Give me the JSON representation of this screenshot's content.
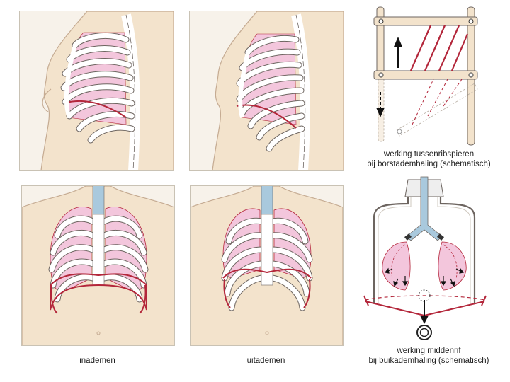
{
  "captions": {
    "inhale": "inademen",
    "exhale": "uitademen",
    "intercostal_line1": "werking tussenribspieren",
    "intercostal_line2": "bij borstademhaling (schematisch)",
    "diaphragm_line1": "werking middenrif",
    "diaphragm_line2": "bij buikademhaling (schematisch)"
  },
  "colors": {
    "skin": "#f3e3cc",
    "bone": "#ffffff",
    "lung": "#f3c6dc",
    "muscle": "#b3263a",
    "outline": "#6d6560",
    "tube": "#a9c9dd"
  }
}
